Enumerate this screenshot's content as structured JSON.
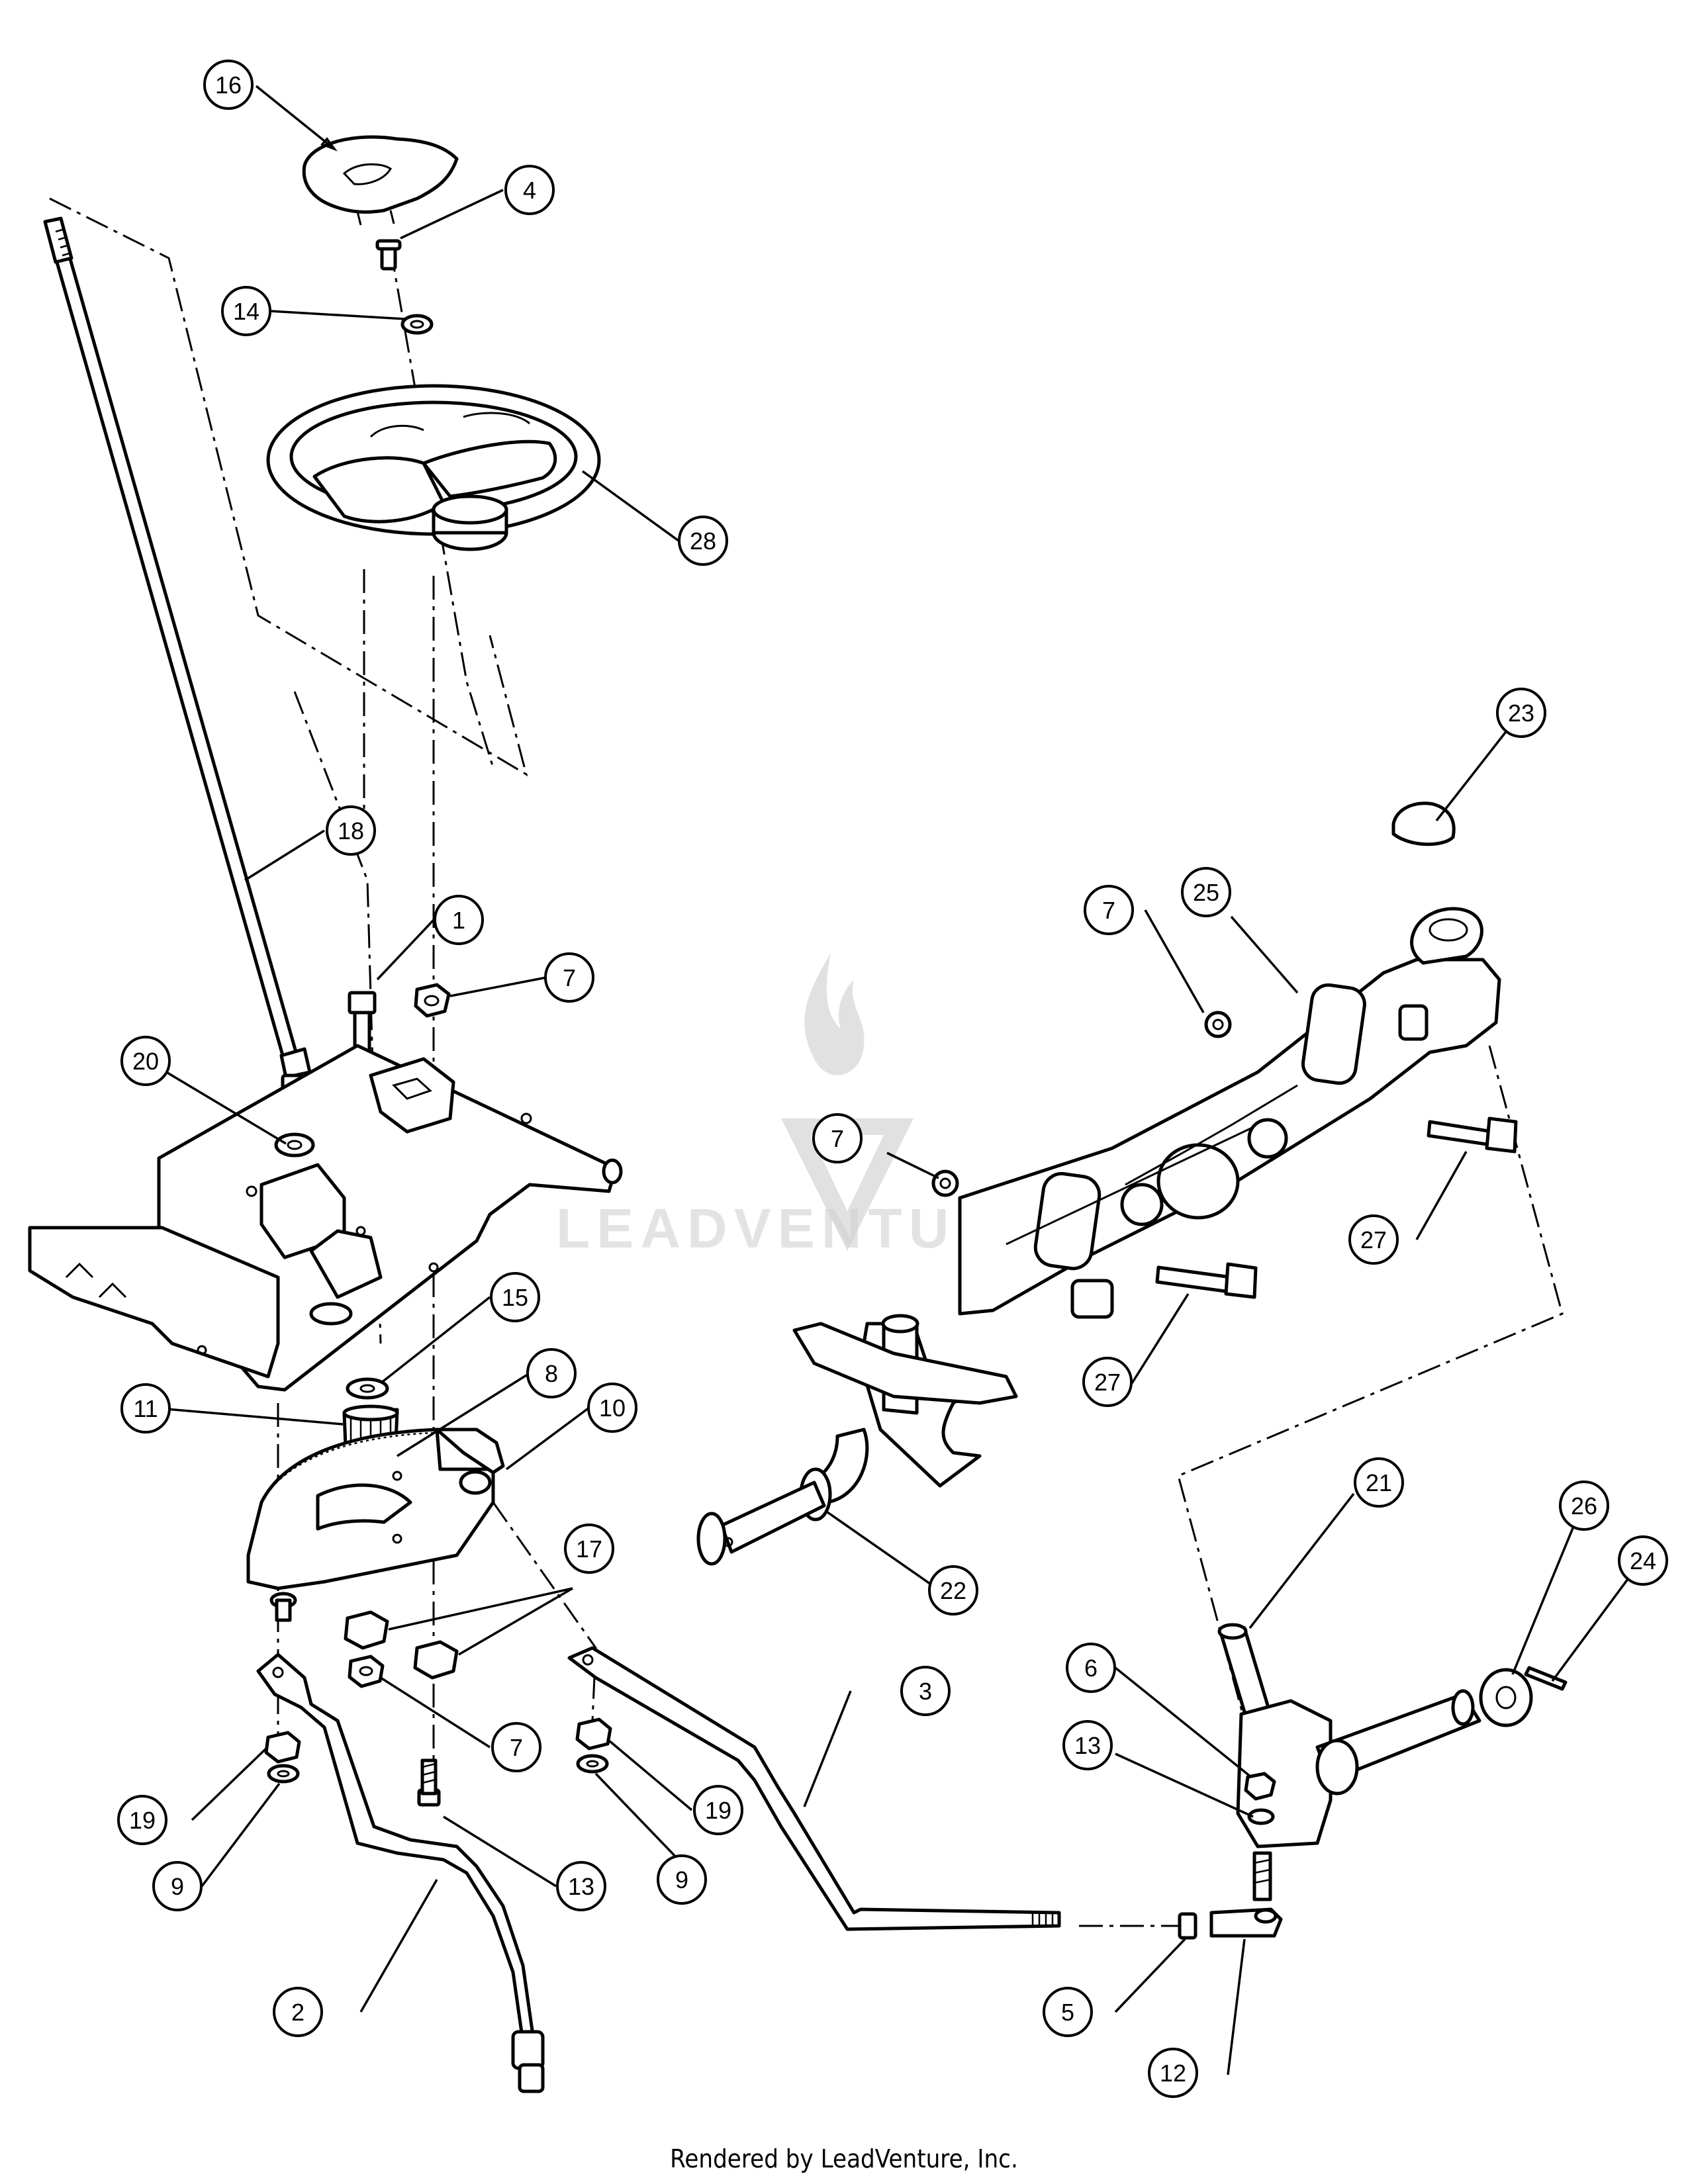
{
  "footer": {
    "credit": "Rendered by LeadVenture, Inc."
  },
  "watermark": {
    "text": "LEADVENTURE"
  },
  "callouts": {
    "c16": "16",
    "c4": "4",
    "c14": "14",
    "c28": "28",
    "c18": "18",
    "c1": "1",
    "c7a": "7",
    "c20": "20",
    "c15": "15",
    "c8": "8",
    "c11": "11",
    "c10": "10",
    "c17": "17",
    "c7b": "7",
    "c19a": "19",
    "c9a": "9",
    "c2": "2",
    "c13a": "13",
    "c19b": "19",
    "c9b": "9",
    "c3": "3",
    "c23": "23",
    "c7c": "7",
    "c25": "25",
    "c7d": "7",
    "c27a": "27",
    "c27b": "27",
    "c22": "22",
    "c21": "21",
    "c26": "26",
    "c24": "24",
    "c6": "6",
    "c13b": "13",
    "c5": "5",
    "c12": "12"
  },
  "colors": {
    "line": "#000000",
    "background": "#ffffff",
    "watermark": "#c8c8c8"
  }
}
